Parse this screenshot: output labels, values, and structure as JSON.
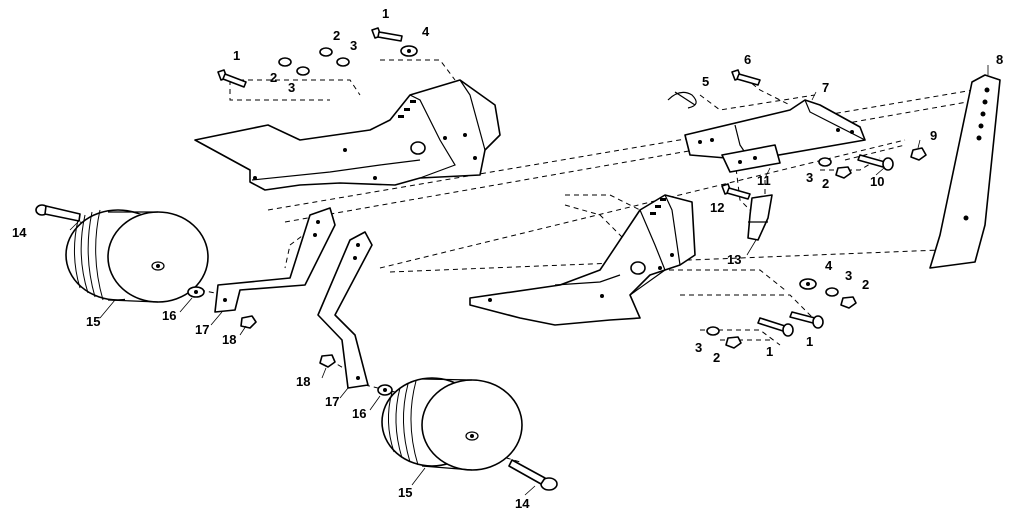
{
  "callouts": {
    "c1_top_bolt": "1",
    "c2_top_nut": "2",
    "c3_top_washer": "3",
    "c4_top_washer": "4",
    "c1_left_bolt": "1",
    "c2_left_nut": "2",
    "c3_left_washer": "3",
    "c5_pin": "5",
    "c6_bolt": "6",
    "c7_bracket": "7",
    "c8_depth_bar": "8",
    "c9_nut": "9",
    "c10_bolt": "10",
    "c11_bracket": "11",
    "c2_mid_nut": "2",
    "c3_mid_washer": "3",
    "c12_bolt": "12",
    "c13_clip": "13",
    "c4_right_washer": "4",
    "c3_right_washer": "3",
    "c2_right_nut": "2",
    "c3_bottom_washer": "3",
    "c2_bottom_nut": "2",
    "c1_bottom_bolt_a": "1",
    "c1_bottom_bolt_b": "1",
    "c14_left_axle": "14",
    "c15_left_wheel": "15",
    "c16_left_washer": "16",
    "c17_left_arm": "17",
    "c18_left_nut": "18",
    "c18_right_nut": "18",
    "c17_right_arm": "17",
    "c16_right_washer": "16",
    "c15_right_wheel": "15",
    "c14_right_axle": "14"
  }
}
